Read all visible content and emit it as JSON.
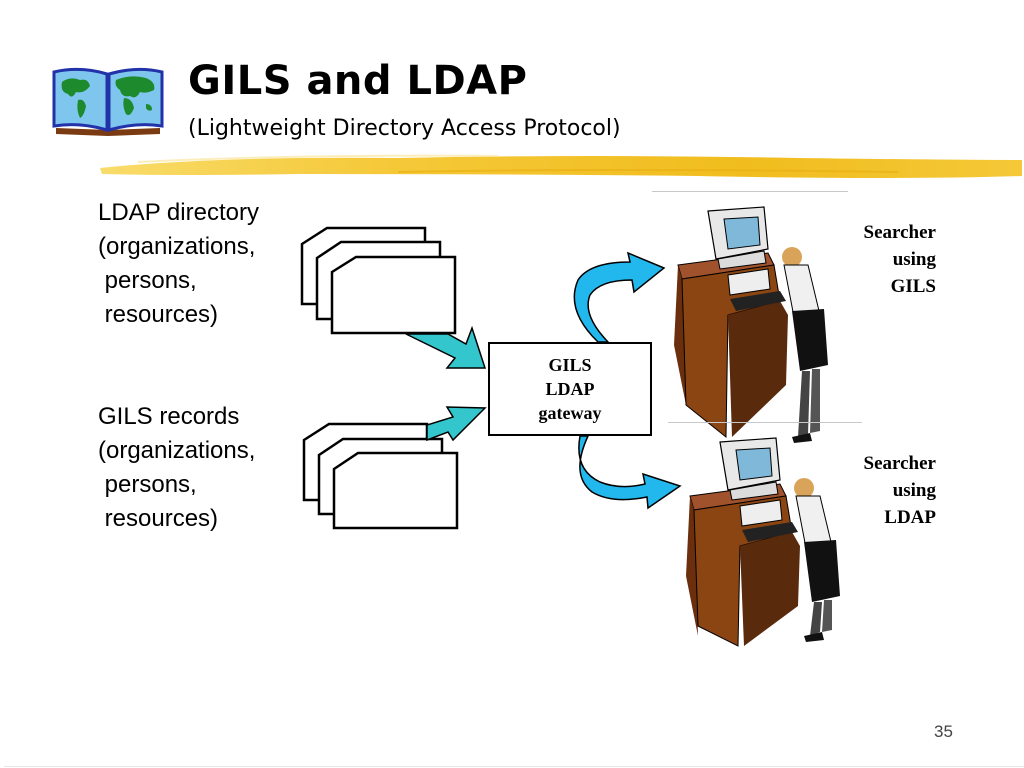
{
  "slide": {
    "title": "GILS and LDAP",
    "subtitle": "(Lightweight Directory Access Protocol)",
    "page_number": "35",
    "logo_icon": "open-book-world-map-icon",
    "highlight_color": "#f2c21b"
  },
  "sources": [
    {
      "id": "ldap-directory",
      "label": "LDAP directory\n(organizations,\n persons,\n resources)",
      "icon": "document-stack-icon"
    },
    {
      "id": "gils-records",
      "label": "GILS records\n(organizations,\n persons,\n resources)",
      "icon": "document-stack-icon"
    }
  ],
  "gateway": {
    "lines": [
      "GILS",
      "LDAP",
      "gateway"
    ]
  },
  "clients": [
    {
      "id": "searcher-gils",
      "label": "Searcher\nusing\nGILS",
      "icon": "person-at-computer-icon"
    },
    {
      "id": "searcher-ldap",
      "label": "Searcher\nusing\nLDAP",
      "icon": "person-at-computer-icon"
    }
  ],
  "colors": {
    "input_arrow": "#33c6cc",
    "output_arrow": "#22b8ee",
    "desk": "#8b4513",
    "screen": "#7fb8d8"
  }
}
